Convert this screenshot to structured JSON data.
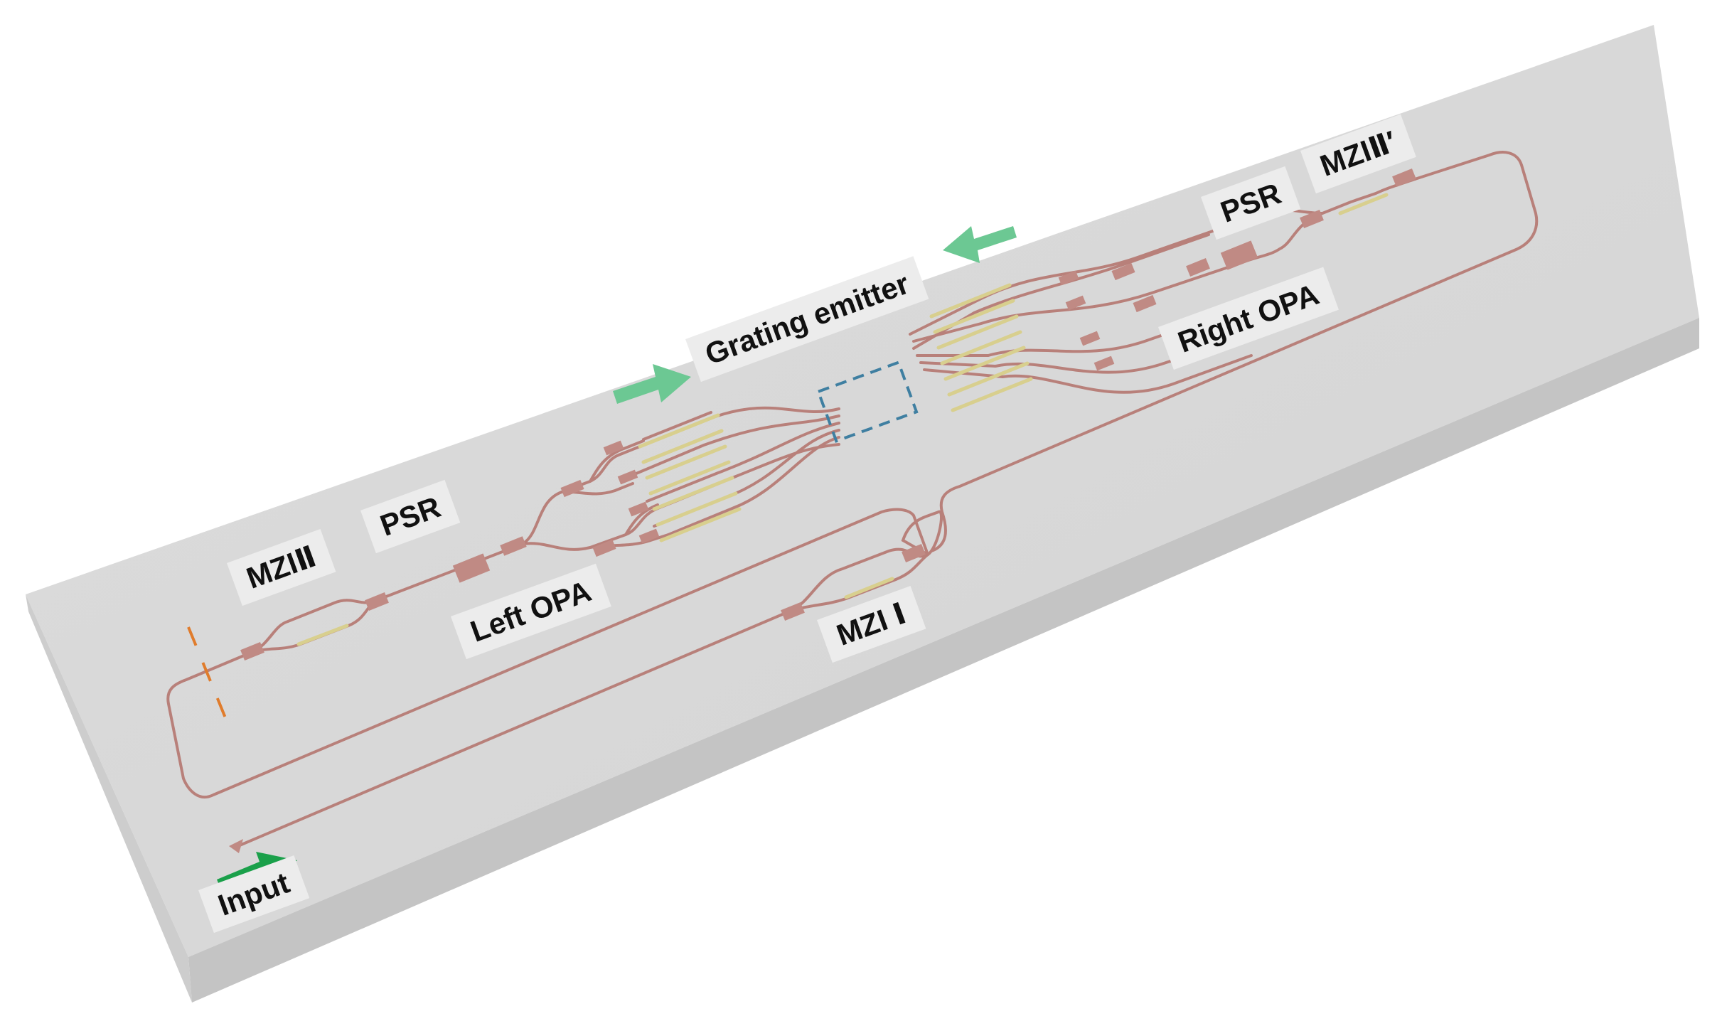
{
  "labels": {
    "input": "Input",
    "mzi1": "MZI Ⅰ",
    "mzi2": "MZIⅡ",
    "mzi2_prime": "MZIⅡ′",
    "psr_left": "PSR",
    "psr_right": "PSR",
    "left_opa": "Left OPA",
    "right_opa": "Right OPA",
    "grating_emitter": "Grating emitter"
  },
  "colors": {
    "waveguide": "#b8807a",
    "component": "#c08a84",
    "heater": "#d8cf8e",
    "chip_top": "#d9d9d9",
    "chip_side_front": "#c6c6c6",
    "chip_side_right": "#b3b3b3",
    "arrow_input": "#1aa04a",
    "arrow_emit": "#6cc893",
    "dashed_box": "#3f7fa1",
    "cut_marker": "#e07c2c",
    "label_bg": "#ececec"
  },
  "icons": {
    "input_arrow": "arrow-right-icon",
    "left_emit_arrow": "arrow-right-icon",
    "right_emit_arrow": "arrow-left-icon"
  }
}
